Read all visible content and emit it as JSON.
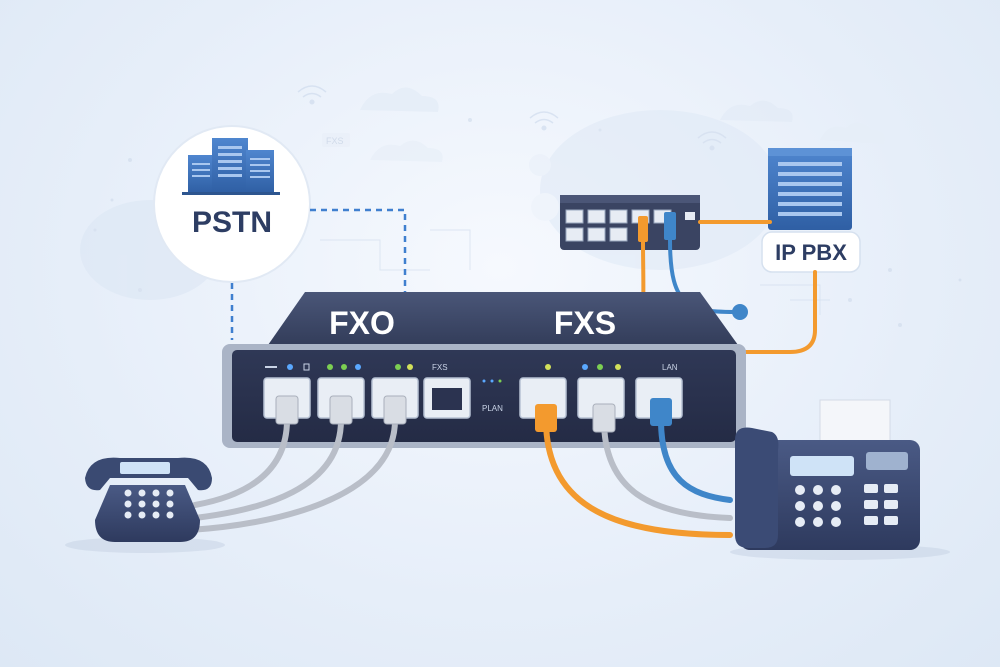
{
  "diagram": {
    "pstn_label": "PSTN",
    "ip_pbx_label": "IP PBX",
    "gateway": {
      "left_group_label": "FXO",
      "right_group_label": "FXS",
      "small_labels": [
        "FXS",
        "PLAN",
        "LAN"
      ]
    },
    "background_tag": "FXS",
    "colors": {
      "device_body": "#3a4562",
      "device_front": "#2b3350",
      "pstn_building": "#3b6fb6",
      "orange_cable": "#f39a2e",
      "blue_cable": "#3f86c9",
      "gray_cable": "#b9bec8",
      "dashed_line": "#3f7fcf"
    }
  }
}
